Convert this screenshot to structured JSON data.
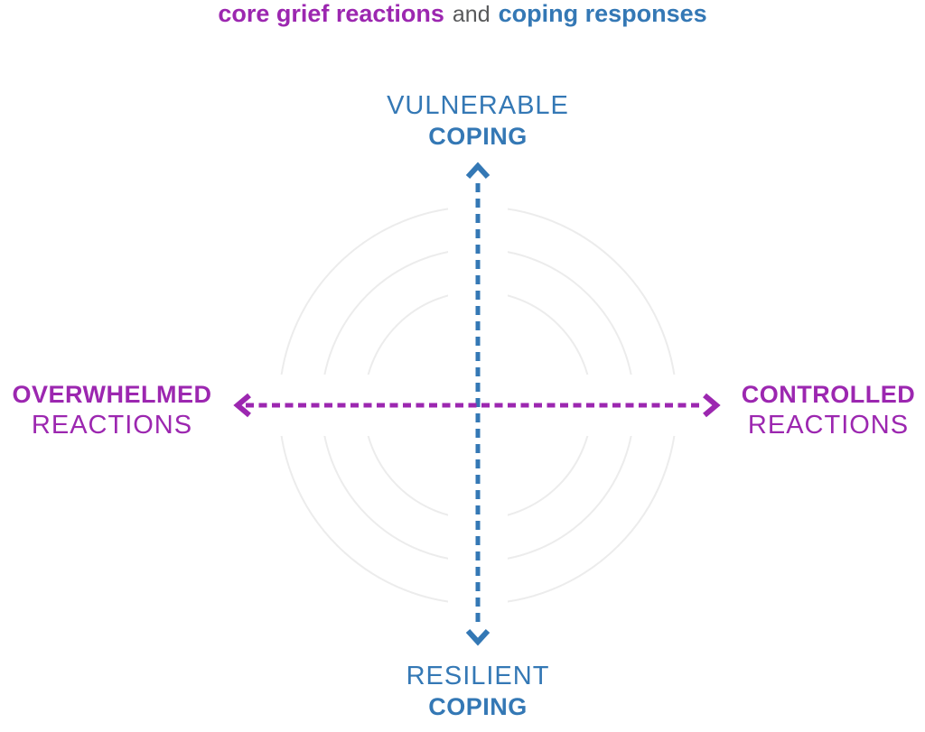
{
  "title": {
    "grief_part": "core grief reactions",
    "conjunction": "and",
    "coping_part": "coping responses"
  },
  "axis_labels": {
    "top": {
      "line1": "VULNERABLE",
      "line2": "COPING"
    },
    "bottom": {
      "line1": "RESILIENT",
      "line2": "COPING"
    },
    "left": {
      "line1": "OVERWHELMED",
      "line2": "REACTIONS"
    },
    "right": {
      "line1": "CONTROLLED",
      "line2": "REACTIONS"
    }
  },
  "axes": {
    "vertical": {
      "style": "dashed",
      "arrow_ends": "both",
      "meaning": "coping responses axis"
    },
    "horizontal": {
      "style": "dashed",
      "arrow_ends": "both",
      "meaning": "core grief reactions axis"
    }
  },
  "background_rings": {
    "count": 3
  },
  "colors": {
    "grief-purple": "#9C27B0",
    "coping-blue": "#3478B5",
    "conjunction-gray": "#58595B",
    "ring-gray": "#ECECEC"
  }
}
